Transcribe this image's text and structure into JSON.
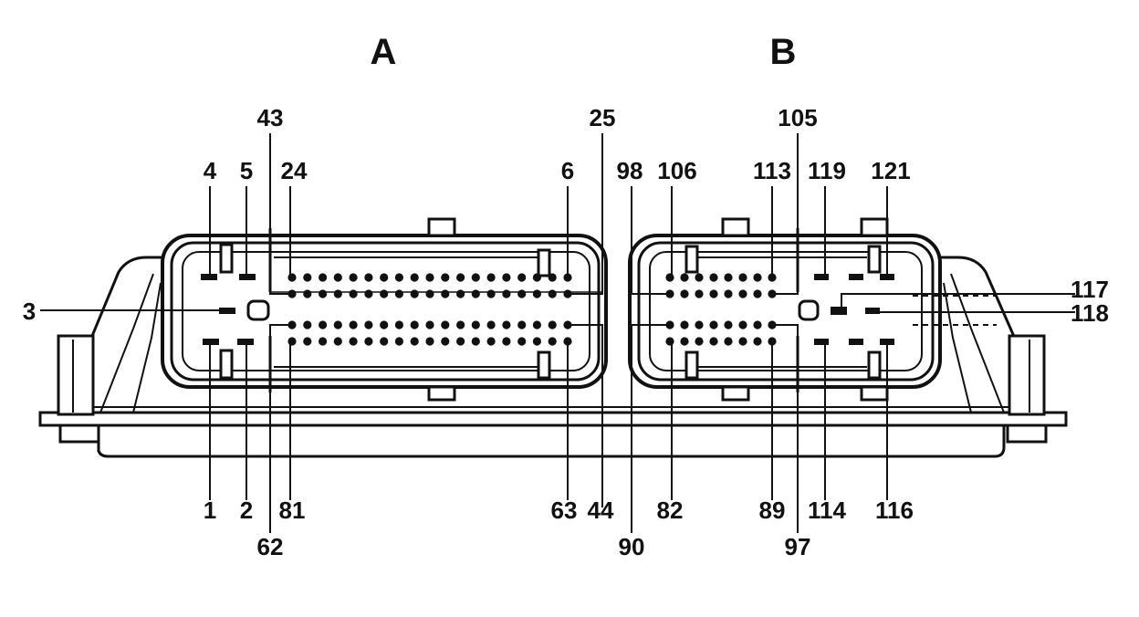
{
  "connectors": {
    "a": {
      "title": "A"
    },
    "b": {
      "title": "B"
    }
  },
  "pins": {
    "p1": "1",
    "p2": "2",
    "p3": "3",
    "p4": "4",
    "p5": "5",
    "p6": "6",
    "p24": "24",
    "p25": "25",
    "p43": "43",
    "p44": "44",
    "p62": "62",
    "p63": "63",
    "p81": "81",
    "p82": "82",
    "p89": "89",
    "p90": "90",
    "p97": "97",
    "p98": "98",
    "p105": "105",
    "p106": "106",
    "p113": "113",
    "p114": "114",
    "p116": "116",
    "p117": "117",
    "p118": "118",
    "p119": "119",
    "p121": "121"
  }
}
